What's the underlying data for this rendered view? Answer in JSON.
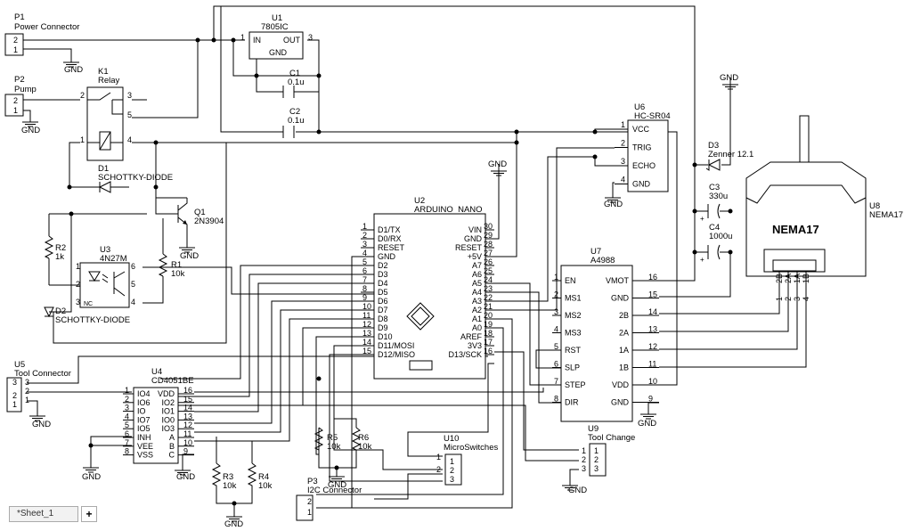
{
  "components": {
    "P1": {
      "ref": "P1",
      "name": "Power Connector",
      "pins": [
        "2",
        "1"
      ]
    },
    "P2": {
      "ref": "P2",
      "name": "Pump",
      "pins": [
        "2",
        "1"
      ]
    },
    "K1": {
      "ref": "K1",
      "name": "Relay",
      "pins": [
        "2",
        "3",
        "5",
        "1",
        "4"
      ]
    },
    "U1": {
      "ref": "U1",
      "name": "7805IC",
      "pins": [
        "1",
        "3"
      ],
      "in": "IN",
      "out": "OUT",
      "gnd": "GND"
    },
    "C1": {
      "ref": "C1",
      "value": "0.1u"
    },
    "C2": {
      "ref": "C2",
      "value": "0.1u"
    },
    "C3": {
      "ref": "C3",
      "value": "330u"
    },
    "C4": {
      "ref": "C4",
      "value": "1000u"
    },
    "D1": {
      "ref": "D1",
      "name": "SCHOTTKY-DIODE"
    },
    "D2": {
      "ref": "D2",
      "name": "SCHOTTKY-DIODE"
    },
    "D3": {
      "ref": "D3",
      "name": "Zenner 12.1"
    },
    "Q1": {
      "ref": "Q1",
      "name": "2N3904"
    },
    "R1": {
      "ref": "R1",
      "value": "10k"
    },
    "R2": {
      "ref": "R2",
      "value": "1k"
    },
    "R3": {
      "ref": "R3",
      "value": "10k"
    },
    "R4": {
      "ref": "R4",
      "value": "10k"
    },
    "R5": {
      "ref": "R5",
      "value": "10k"
    },
    "R6": {
      "ref": "R6",
      "value": "10k"
    },
    "U3": {
      "ref": "U3",
      "name": "4N27M",
      "pins": [
        "1",
        "2",
        "3",
        "6",
        "5",
        "4"
      ],
      "nc": "NC"
    },
    "U2": {
      "ref": "U2",
      "name": "ARDUINO_NANO",
      "left": [
        [
          "1",
          "D1/TX"
        ],
        [
          "2",
          "D0/RX"
        ],
        [
          "3",
          "RESET"
        ],
        [
          "4",
          "GND"
        ],
        [
          "5",
          "D2"
        ],
        [
          "6",
          "D3"
        ],
        [
          "7",
          "D4"
        ],
        [
          "8",
          "D5"
        ],
        [
          "9",
          "D6"
        ],
        [
          "10",
          "D7"
        ],
        [
          "11",
          "D8"
        ],
        [
          "12",
          "D9"
        ],
        [
          "13",
          "D10"
        ],
        [
          "14",
          "D11/MOSI"
        ],
        [
          "15",
          "D12/MISO"
        ]
      ],
      "right": [
        [
          "30",
          "VIN"
        ],
        [
          "29",
          "GND"
        ],
        [
          "28",
          "RESET"
        ],
        [
          "27",
          "+5V"
        ],
        [
          "26",
          "A7"
        ],
        [
          "25",
          "A6"
        ],
        [
          "24",
          "A5"
        ],
        [
          "23",
          "A4"
        ],
        [
          "22",
          "A3"
        ],
        [
          "21",
          "A2"
        ],
        [
          "20",
          "A1"
        ],
        [
          "19",
          "A0"
        ],
        [
          "18",
          "AREF"
        ],
        [
          "17",
          "3V3"
        ],
        [
          "16",
          "D13/SCK"
        ]
      ]
    },
    "U4": {
      "ref": "U4",
      "name": "CD4051BE",
      "left": [
        [
          "1",
          "IO4"
        ],
        [
          "2",
          "IO6"
        ],
        [
          "3",
          "IO"
        ],
        [
          "4",
          "IO7"
        ],
        [
          "5",
          "IO5"
        ],
        [
          "6",
          "INH"
        ],
        [
          "7",
          "VEE"
        ],
        [
          "8",
          "VSS"
        ]
      ],
      "right": [
        [
          "16",
          "VDD"
        ],
        [
          "15",
          "IO2"
        ],
        [
          "14",
          "IO1"
        ],
        [
          "13",
          "IO0"
        ],
        [
          "12",
          "IO3"
        ],
        [
          "11",
          "A"
        ],
        [
          "10",
          "B"
        ],
        [
          "9",
          "C"
        ]
      ]
    },
    "U5": {
      "ref": "U5",
      "name": "Tool Connector",
      "pins": [
        "3",
        "2",
        "1"
      ]
    },
    "U6": {
      "ref": "U6",
      "name": "HC-SR04",
      "pins": [
        [
          "1",
          "VCC"
        ],
        [
          "2",
          "TRIG"
        ],
        [
          "3",
          "ECHO"
        ],
        [
          "4",
          "GND"
        ]
      ]
    },
    "U7": {
      "ref": "U7",
      "name": "A4988",
      "left": [
        [
          "1",
          "EN"
        ],
        [
          "2",
          "MS1"
        ],
        [
          "3",
          "MS2"
        ],
        [
          "4",
          "MS3"
        ],
        [
          "5",
          "RST"
        ],
        [
          "6",
          "SLP"
        ],
        [
          "7",
          "STEP"
        ],
        [
          "8",
          "DIR"
        ]
      ],
      "right": [
        [
          "16",
          "VMOT"
        ],
        [
          "15",
          "GND"
        ],
        [
          "14",
          "2B"
        ],
        [
          "13",
          "2A"
        ],
        [
          "12",
          "1A"
        ],
        [
          "11",
          "1B"
        ],
        [
          "10",
          "VDD"
        ],
        [
          "9",
          "GND"
        ]
      ]
    },
    "U8": {
      "ref": "U8",
      "name": "NEMA17",
      "label": "NEMA17",
      "pinnames": [
        "2B",
        "2A",
        "1A",
        "1B"
      ],
      "pins": [
        "1",
        "2",
        "3",
        "4"
      ]
    },
    "U9": {
      "ref": "U9",
      "name": "Tool Change",
      "pins": [
        "1",
        "2",
        "3"
      ]
    },
    "U10": {
      "ref": "U10",
      "name": "MicroSwitches",
      "pins": [
        "1",
        "2",
        "3"
      ]
    },
    "P3": {
      "ref": "P3",
      "name": "I2C Connector",
      "pins": [
        "2",
        "1"
      ]
    }
  },
  "gnd_label": "GND",
  "sheet_tab": "*Sheet_1",
  "add_sheet": "+",
  "colors": {
    "wire": "#000000",
    "background": "#ffffff"
  }
}
